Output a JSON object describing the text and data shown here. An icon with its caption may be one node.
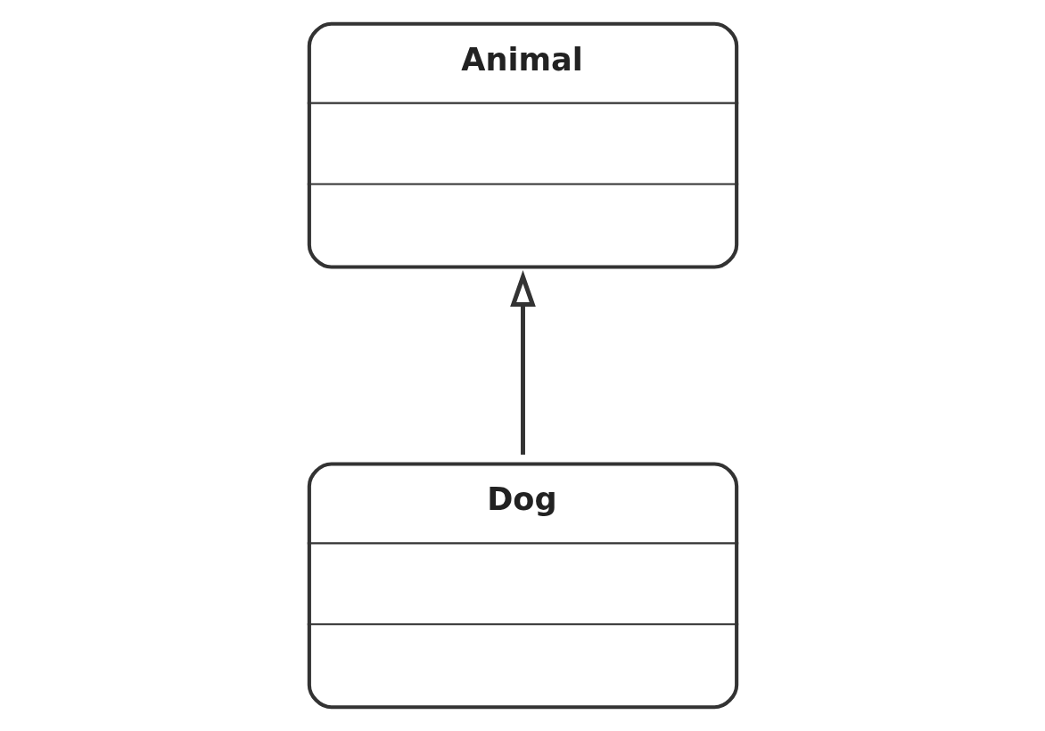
{
  "diagram": {
    "nodes": [
      {
        "text": [
          "Animal"
        ]
      },
      {
        "text": [
          "Dog"
        ]
      }
    ],
    "edges": [
      {
        "from": 1,
        "to": 0,
        "arrow": "to"
      }
    ]
  }
}
